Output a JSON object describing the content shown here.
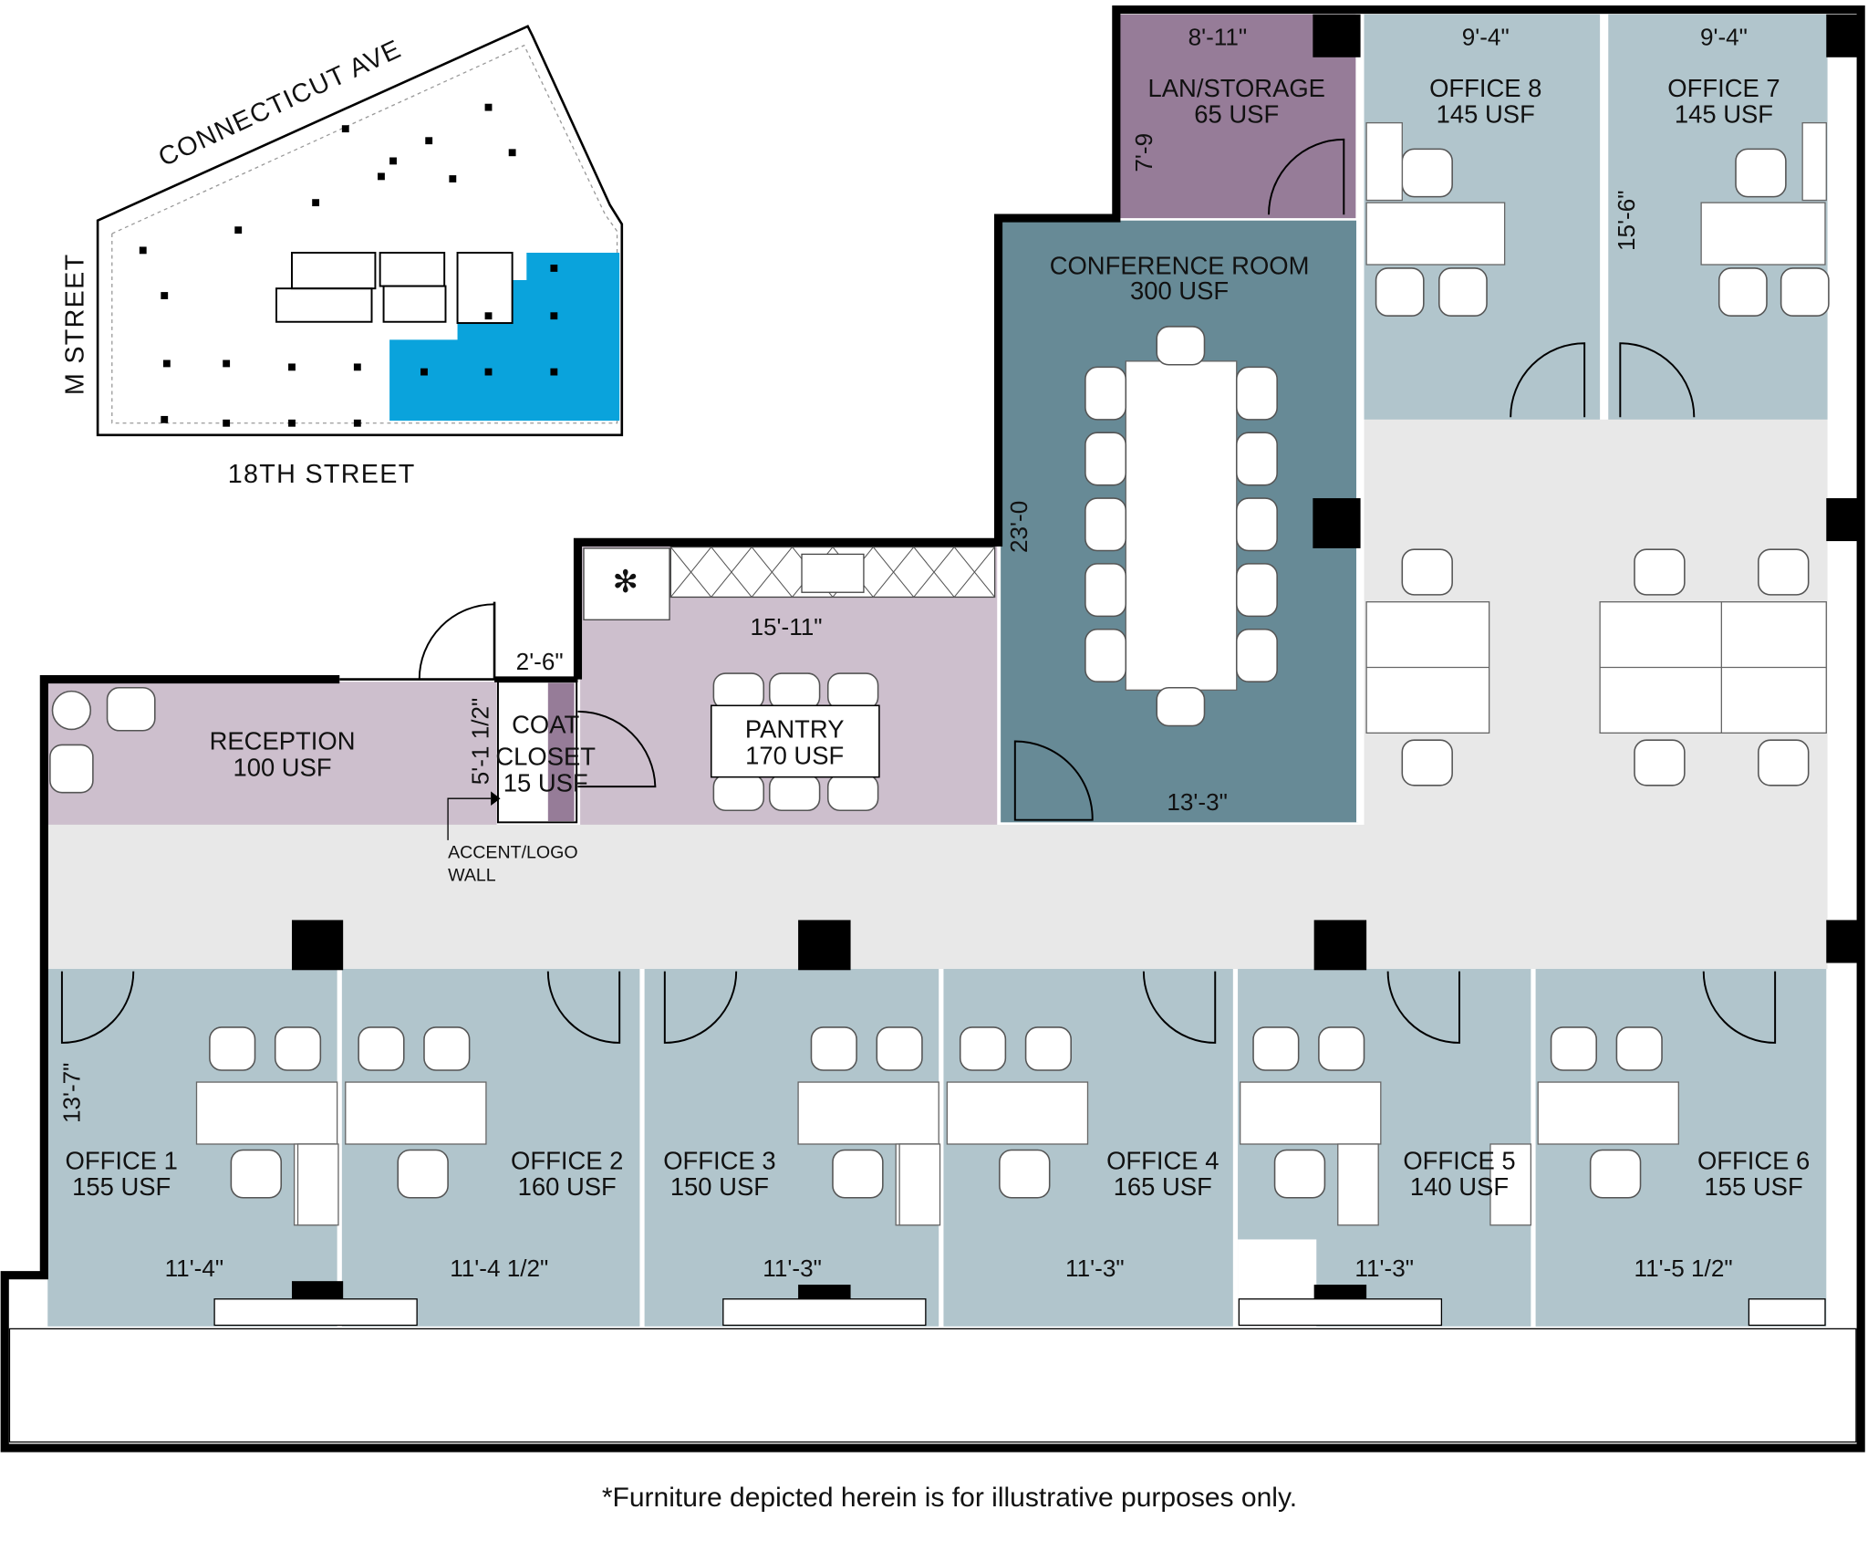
{
  "colors": {
    "office": "#b1c5cc",
    "conference": "#678a96",
    "lan_storage": "#967c98",
    "reception_pantry": "#cdbfcd",
    "coat_accent": "#967c98",
    "corridor": "#e8e8e8",
    "keyplan_highlight": "#0aa3dc",
    "walls": "#000000"
  },
  "keyplan": {
    "streets": {
      "north": "CONNECTICUT AVE",
      "west": "M STREET",
      "south": "18TH STREET"
    }
  },
  "rooms": [
    {
      "name": "LAN/STORAGE",
      "area": "65 USF",
      "dims": [
        "8'-11\"",
        "7'-9"
      ]
    },
    {
      "name": "OFFICE 8",
      "area": "145 USF",
      "dims": [
        "9'-4\""
      ]
    },
    {
      "name": "OFFICE 7",
      "area": "145 USF",
      "dims": [
        "9'-4\"",
        "15'-6\""
      ]
    },
    {
      "name": "CONFERENCE ROOM",
      "area": "300 USF",
      "dims": [
        "23'-0",
        "13'-3\""
      ]
    },
    {
      "name": "PANTRY",
      "area": "170 USF",
      "dims": [
        "15'-11\""
      ]
    },
    {
      "name_lines": [
        "COAT",
        "CLOSET"
      ],
      "area": "15 USF",
      "dims": [
        "2'-6\"",
        "5'-1 1/2\""
      ]
    },
    {
      "name": "RECEPTION",
      "area": "100 USF"
    },
    {
      "name": "OFFICE 1",
      "area": "155 USF",
      "dims": [
        "11'-4\"",
        "13'-7\""
      ]
    },
    {
      "name": "OFFICE 2",
      "area": "160 USF",
      "dims": [
        "11'-4 1/2\""
      ]
    },
    {
      "name": "OFFICE 3",
      "area": "150 USF",
      "dims": [
        "11'-3\""
      ]
    },
    {
      "name": "OFFICE 4",
      "area": "165 USF",
      "dims": [
        "11'-3\""
      ]
    },
    {
      "name": "OFFICE 5",
      "area": "140 USF",
      "dims": [
        "11'-3\""
      ]
    },
    {
      "name": "OFFICE 6",
      "area": "155 USF",
      "dims": [
        "11'-5 1/2\""
      ]
    }
  ],
  "annotations": {
    "accent_wall": [
      "ACCENT/LOGO",
      "WALL"
    ]
  },
  "footnote": "*Furniture depicted herein is for illustrative purposes only."
}
